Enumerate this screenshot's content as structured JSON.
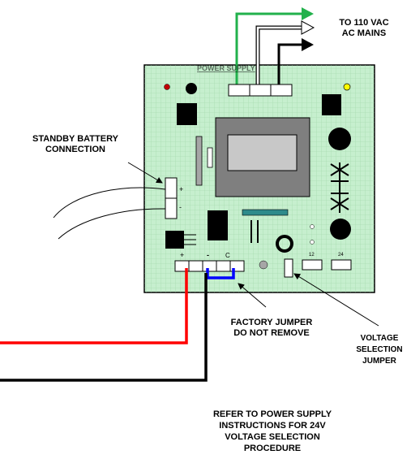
{
  "board": {
    "title": "POWER SUPPLY",
    "plus_side": "+",
    "minus_side": "-",
    "out_plus": "+",
    "out_minus": "-",
    "out_c": "C",
    "sel_12": "12",
    "sel_24": "24"
  },
  "labels": {
    "mains_line1": "TO 110 VAC",
    "mains_line2": "AC MAINS",
    "battery_line1": "STANDBY BATTERY",
    "battery_line2": "CONNECTION",
    "jumper_line1": "FACTORY JUMPER",
    "jumper_line2": "DO NOT REMOVE",
    "vsel_line1": "VOLTAGE",
    "vsel_line2": "SELECTION",
    "vsel_line3": "JUMPER",
    "refer_line1": "REFER TO POWER SUPPLY",
    "refer_line2": "INSTRUCTIONS  FOR  24V",
    "refer_line3": "VOLTAGE SELECTION",
    "refer_line4": "PROCEDURE"
  },
  "colors": {
    "board_fill": "#c6efce",
    "grid": "#9fd6a8",
    "mains_green": "#22b14c",
    "mains_white": "#ffffff",
    "mains_black": "#000000",
    "positive_wire": "#ff0000",
    "negative_wire": "#000000",
    "jumper_wire": "#0000ff",
    "led_red": "#c00000",
    "led_yellow": "#ffff00",
    "teal_component": "#2e8b8b"
  }
}
